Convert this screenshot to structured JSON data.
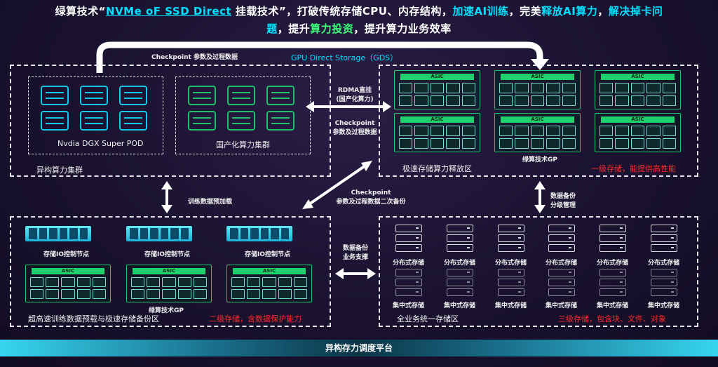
{
  "headline": {
    "line1_a": "绿算技术“",
    "line1_link": "NVMe oF SSD Direct",
    "line1_b": " 挂载技术”，打破传统存储CPU、内存结构，",
    "line1_c": "加速AI训练",
    "line1_d": "，完美",
    "line1_e": "释放AI算力",
    "line1_f": "，",
    "line1_g": "解决掉卡问",
    "line2_a": "题",
    "line2_b": "，提升",
    "line2_c": "算力投资",
    "line2_d": "，提升算力业务效率"
  },
  "top_arrow_labels": {
    "checkpoint": "Checkpoint 参数及过程数据",
    "gds": "GPU Direct Storage（GDS）"
  },
  "hetero_cluster": {
    "title": "异构算力集群",
    "nvidia_label": "Nvdia DGX Super POD",
    "domestic_label": "国产化算力集群"
  },
  "rdma": {
    "line1": "RDMA直挂",
    "line2": "(国产化算力)"
  },
  "checkpoint_mid": {
    "line1": "Checkpoint",
    "line2": "参数及过程数据"
  },
  "fast_storage": {
    "title": "极速存储算力释放区",
    "asic_label": "ASIC",
    "gp_label": "绿算技术GP",
    "red_note": "一级存储，能提供高性能"
  },
  "train_preload": "训练数据预加载",
  "checkpoint_second": {
    "line1": "Checkpoint",
    "line2": "参数及过程数据二次备份"
  },
  "backup_mgmt": {
    "line1": "数据备份",
    "line2": "分级管理"
  },
  "business_support": {
    "line1": "数据备份",
    "line2": "业务支撑"
  },
  "preload_zone": {
    "io_label": "存储IO控制节点",
    "asic_label": "ASIC",
    "gp_label": "绿算技术GP",
    "title": "超高速训练数据预载与极速存储备份区",
    "red_note": "二级存储，含数据保护能力"
  },
  "unified_zone": {
    "dist_label": "分布式存储",
    "central_label": "集中式存储",
    "title": "全业务统一存储区",
    "red_note": "三级存储，包含块、文件、对象"
  },
  "platform": "异构存力调度平台",
  "colors": {
    "accent_cyan": "#14c8e8",
    "accent_green": "#1fc26a",
    "red": "#ff2a2a"
  }
}
